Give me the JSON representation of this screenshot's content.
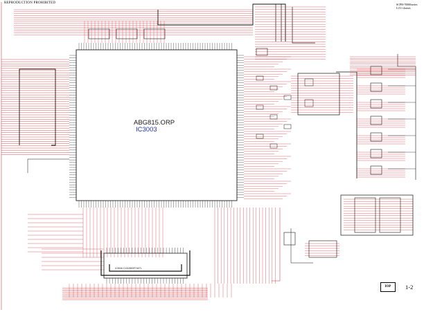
{
  "header": {
    "notice": "REPRODUCTION PROHIBITED",
    "model_line": "SCPH-70000series",
    "chassis_line": "LCU-chassis"
  },
  "main_ic": {
    "part_number": "ABG815.ORP",
    "reference": "IC3003"
  },
  "memory_ic": {
    "label": "IC3006   CXD2890P74KTL"
  },
  "footer": {
    "board": "IOP",
    "page": "1-2"
  },
  "colors": {
    "trace_red": "#d2232a",
    "trace_black": "#111111",
    "ic_outline": "#1a1a1a",
    "reference_blue": "#2233aa"
  }
}
